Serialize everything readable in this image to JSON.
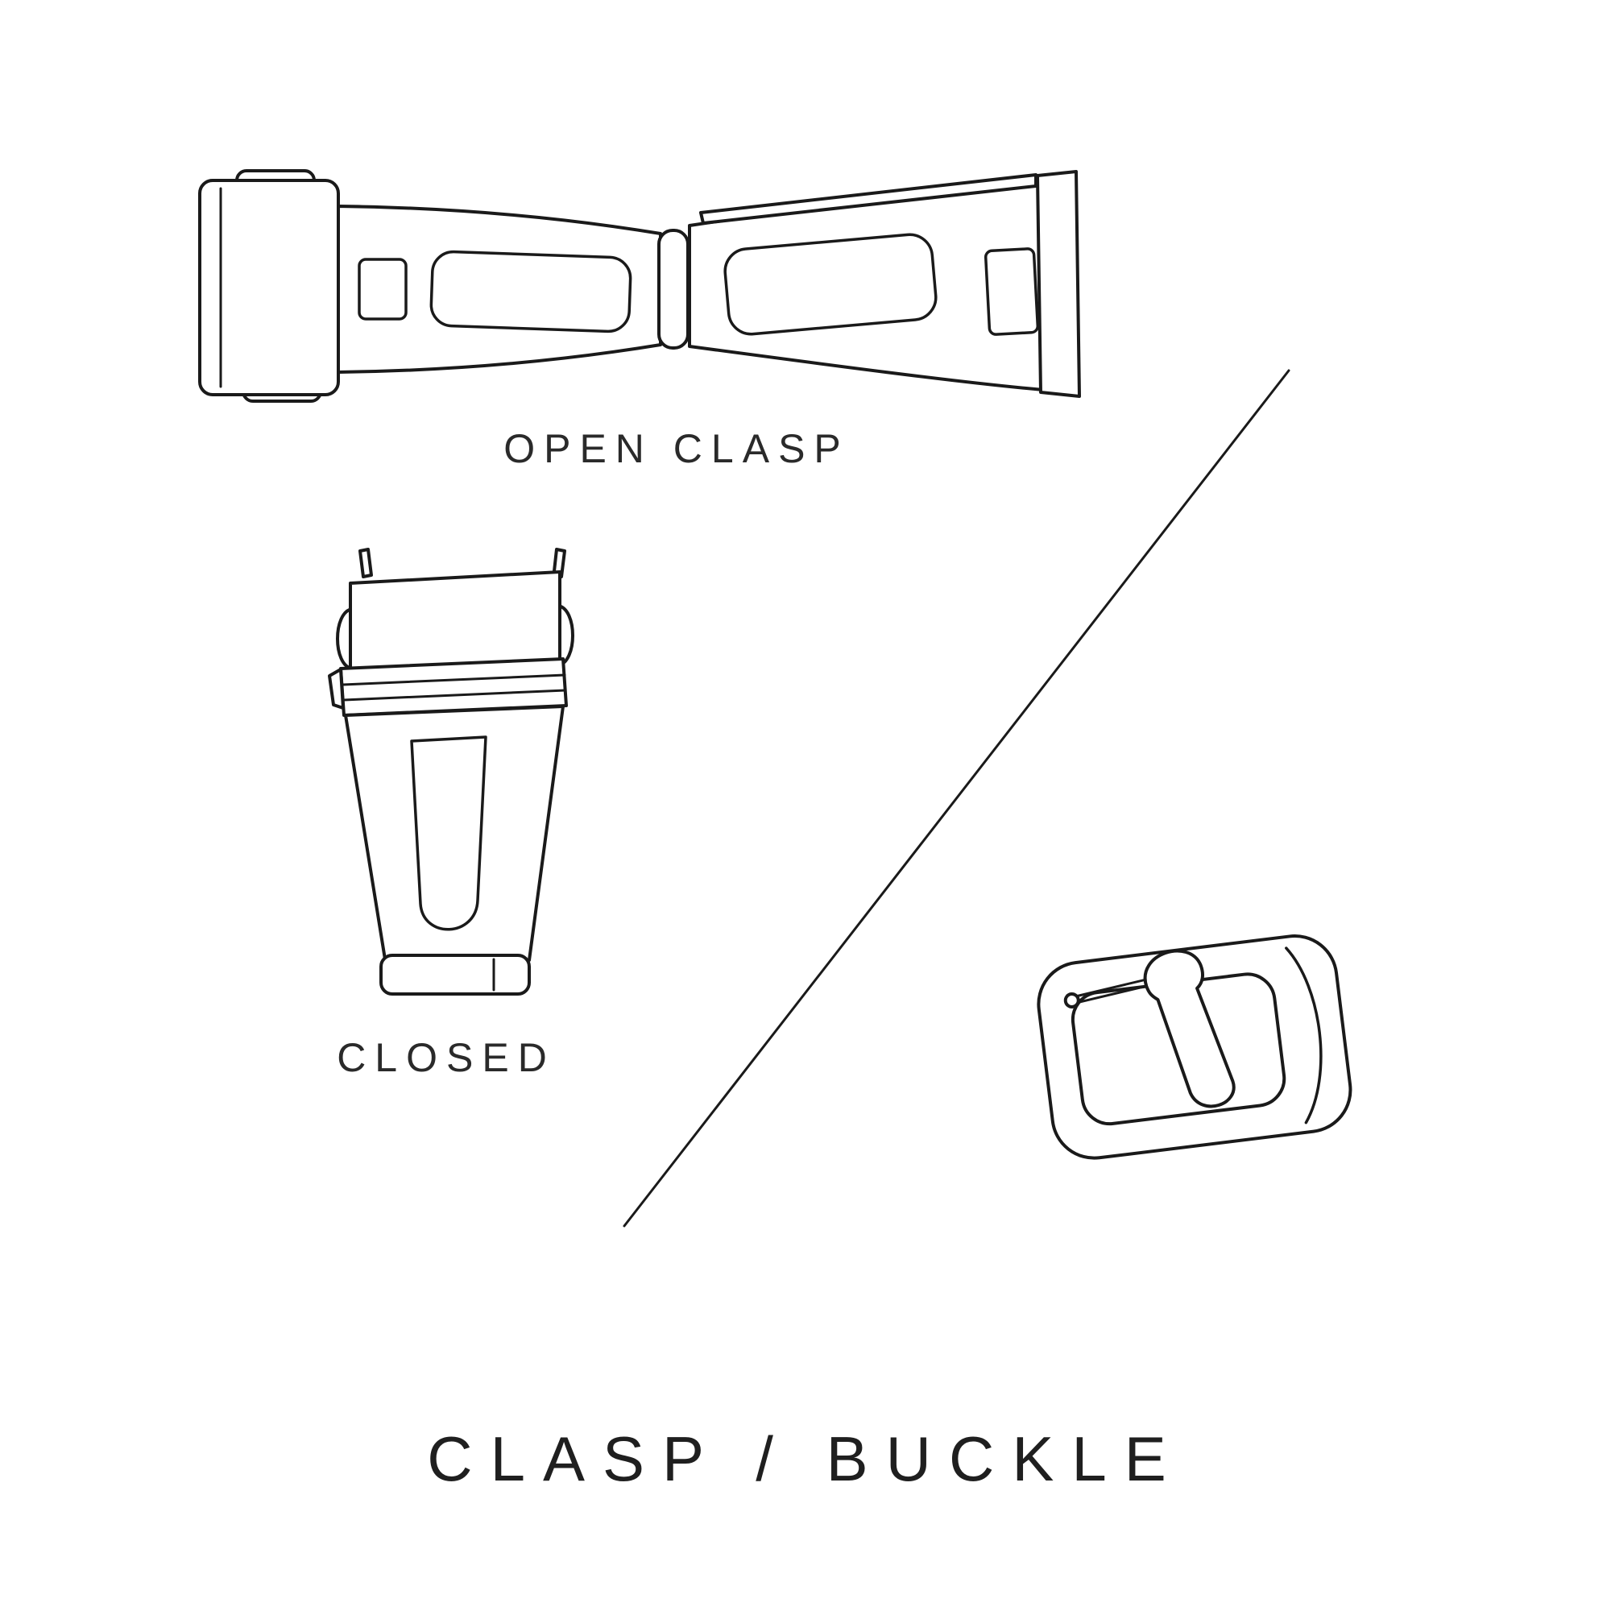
{
  "page": {
    "background_color": "#ffffff",
    "line_color": "#1a1a1a",
    "text_color": "#2a2a2a"
  },
  "labels": {
    "open_clasp": "OPEN CLASP",
    "closed": "CLOSED",
    "title": "CLASP / BUCKLE"
  },
  "illustrations": [
    {
      "name": "open-clasp",
      "caption": "OPEN CLASP",
      "description": "watch deployant clasp shown open, top view"
    },
    {
      "name": "closed-clasp",
      "caption": "CLOSED",
      "description": "watch clasp shown folded closed"
    },
    {
      "name": "tang-buckle",
      "caption": "",
      "description": "watch strap tang buckle with prong"
    }
  ]
}
